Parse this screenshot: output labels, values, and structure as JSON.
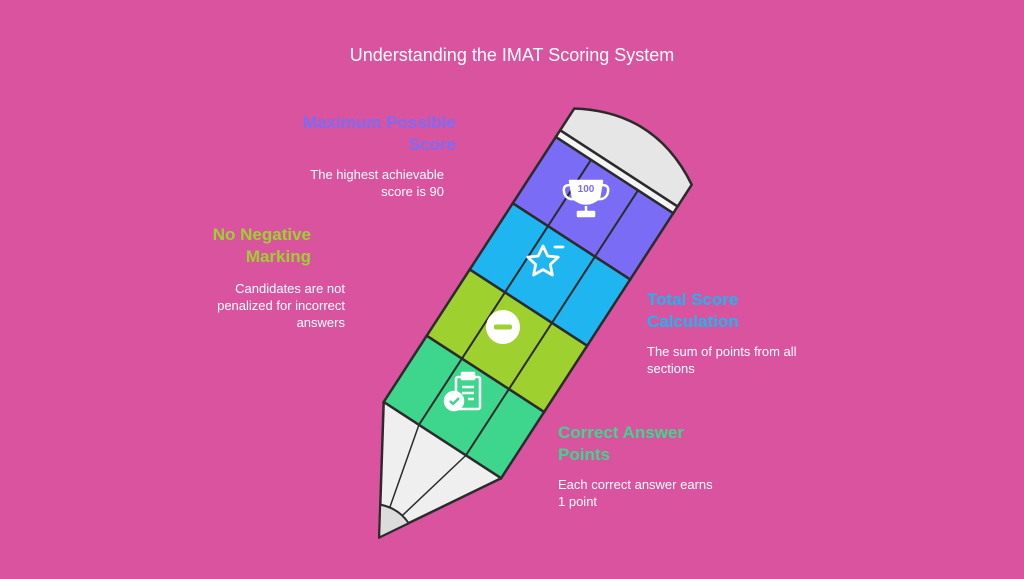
{
  "title": "Understanding the IMAT Scoring System",
  "items": [
    {
      "heading": "Maximum Possible Score",
      "heading_lines": [
        "Maximum Possible",
        "Score"
      ],
      "description": "The highest achievable score is 90",
      "description_lines": [
        "The highest achievable",
        "score is 90"
      ],
      "color": "#7B6CF6",
      "icon": "trophy-icon",
      "badge": "100"
    },
    {
      "heading": "No Negative Marking",
      "heading_lines": [
        "No Negative",
        "Marking"
      ],
      "description": "Candidates are not penalized for incorrect answers",
      "description_lines": [
        "Candidates are not",
        "penalized for incorrect",
        "answers"
      ],
      "color": "#9ED12F",
      "icon": "minus-circle-icon"
    },
    {
      "heading": "Total Score Calculation",
      "heading_lines": [
        "Total Score",
        "Calculation"
      ],
      "description": "The sum of points from all sections",
      "description_lines": [
        "The sum of points from all",
        "sections"
      ],
      "color": "#1EB5F0",
      "icon": "star-icon"
    },
    {
      "heading": "Correct Answer Points",
      "heading_lines": [
        "Correct Answer",
        "Points"
      ],
      "description": "Each correct answer earns 1 point",
      "description_lines": [
        "Each correct answer earns",
        "1 point"
      ],
      "color": "#3DD68C",
      "icon": "clipboard-check-icon"
    }
  ],
  "colors": {
    "background": "#D9539F",
    "pencil_outline": "#2B2B2B",
    "eraser": "#E6E6E6",
    "tip": "#EFEFEF",
    "white": "#FFFFFF"
  }
}
